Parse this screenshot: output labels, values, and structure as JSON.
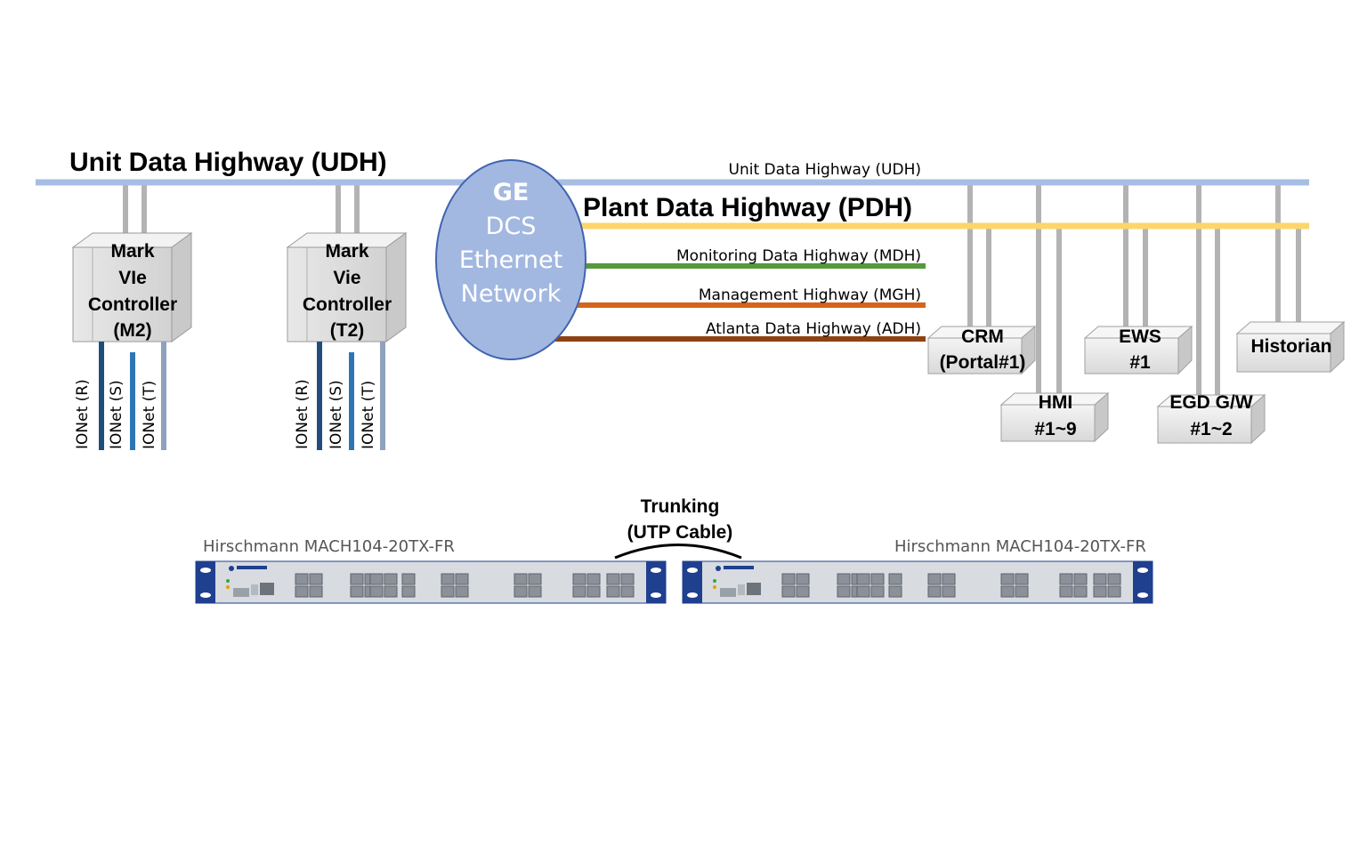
{
  "colors": {
    "udh": "#a7bde3",
    "pdh": "#fcd56b",
    "mdh": "#549a3b",
    "mgh": "#d5641c",
    "adh": "#8d4212",
    "drop": "#b3b3b3",
    "cloud_fill": "#a3b8e0",
    "cloud_stroke": "#3f64b0",
    "ionet_r": "#1f4e79",
    "ionet_s": "#2e75b6",
    "ionet_t": "#8ea2bd",
    "switch_blue": "#1f3f8f"
  },
  "udh_title": "Unit Data Highway (UDH)",
  "pdh_title": "Plant Data Highway (PDH)",
  "network": {
    "line1": "GE",
    "line2": "DCS",
    "line3": "Ethernet",
    "line4": "Network"
  },
  "highways": {
    "udh": "Unit Data Highway (UDH)",
    "mdh": "Monitoring Data Highway (MDH)",
    "mgh": "Management Highway (MGH)",
    "adh": "Atlanta Data Highway (ADH)"
  },
  "controllers": [
    {
      "line1": "Mark",
      "line2": "VIe",
      "line3": "Controller",
      "line4": "(M2)"
    },
    {
      "line1": "Mark",
      "line2": "Vie",
      "line3": "Controller",
      "line4": "(T2)"
    }
  ],
  "ionet": {
    "r": "IONet (R)",
    "s": "IONet (S)",
    "t": "IONet (T)"
  },
  "devices": {
    "crm": {
      "line1": "CRM",
      "line2": "(Portal#1)"
    },
    "hmi": {
      "line1": "HMI",
      "line2": "#1~9"
    },
    "ews": {
      "line1": "EWS",
      "line2": "#1"
    },
    "egd": {
      "line1": "EGD G/W",
      "line2": "#1~2"
    },
    "historian": {
      "line1": "Historian"
    }
  },
  "trunking": {
    "line1": "Trunking",
    "line2": "(UTP Cable)"
  },
  "switches": [
    {
      "label": "Hirschmann MACH104-20TX-FR"
    },
    {
      "label": "Hirschmann MACH104-20TX-FR"
    }
  ]
}
